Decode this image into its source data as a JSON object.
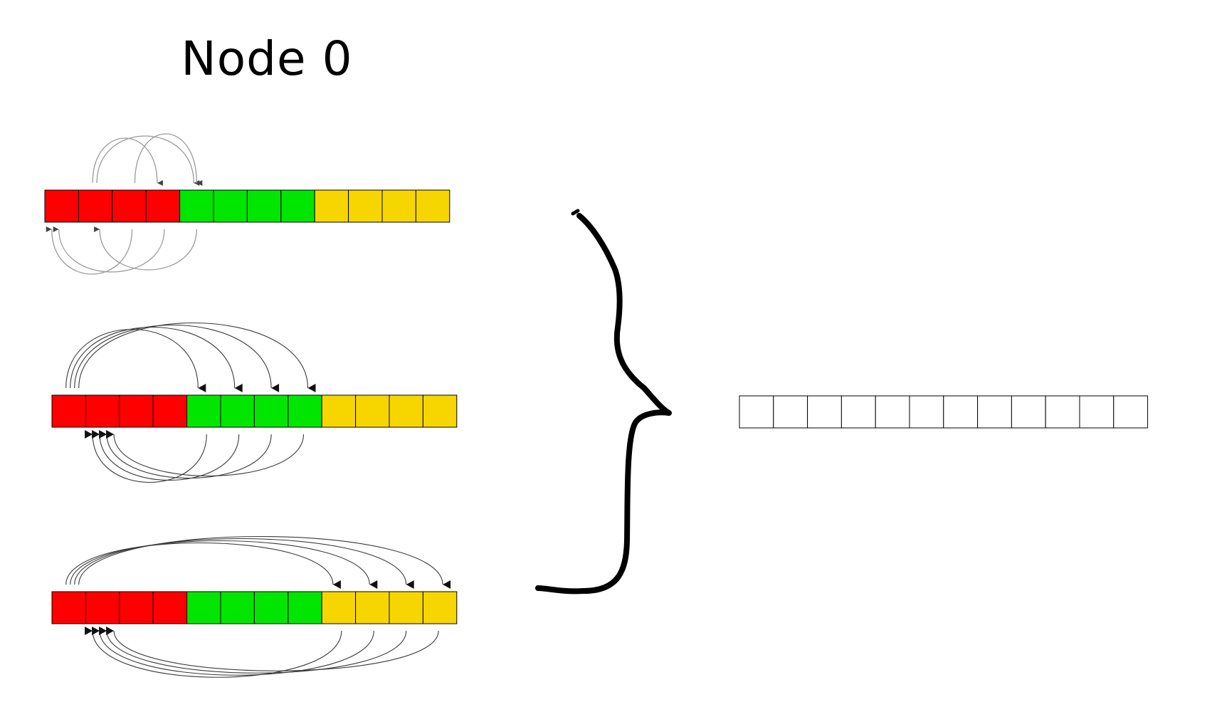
{
  "title": "Node 0",
  "colors": {
    "red": "#ff0000",
    "green": "#00e600",
    "yellow": "#f7d600",
    "empty": "#ffffff",
    "cell_border": "#000000",
    "arrow_light": "#9a9a9a",
    "arrow_dark": "#3a3a3a",
    "brace": "#000000"
  },
  "input_arrays": [
    {
      "cells": [
        "red",
        "red",
        "red",
        "red",
        "green",
        "green",
        "green",
        "green",
        "yellow",
        "yellow",
        "yellow",
        "yellow"
      ],
      "arrow_style": "light",
      "top_arcs": [
        [
          1,
          3
        ],
        [
          1,
          4
        ],
        [
          2,
          4
        ]
      ],
      "bottom_arcs": [
        [
          0,
          2
        ],
        [
          0,
          3
        ],
        [
          1,
          4
        ]
      ]
    },
    {
      "cells": [
        "red",
        "red",
        "red",
        "red",
        "green",
        "green",
        "green",
        "green",
        "yellow",
        "yellow",
        "yellow",
        "yellow"
      ],
      "arrow_style": "dark",
      "top_arcs": [
        [
          0,
          4
        ],
        [
          0,
          5
        ],
        [
          0,
          6
        ],
        [
          0,
          7
        ]
      ],
      "bottom_arcs": [
        [
          1,
          4
        ],
        [
          1,
          5
        ],
        [
          1,
          6
        ],
        [
          1,
          7
        ]
      ]
    },
    {
      "cells": [
        "red",
        "red",
        "red",
        "red",
        "green",
        "green",
        "green",
        "green",
        "yellow",
        "yellow",
        "yellow",
        "yellow"
      ],
      "arrow_style": "dark",
      "top_arcs": [
        [
          0,
          8
        ],
        [
          0,
          9
        ],
        [
          0,
          10
        ],
        [
          0,
          11
        ]
      ],
      "bottom_arcs": [
        [
          1,
          8
        ],
        [
          1,
          9
        ],
        [
          1,
          10
        ],
        [
          1,
          11
        ]
      ]
    }
  ],
  "output_array": {
    "cells": [
      "empty",
      "empty",
      "empty",
      "empty",
      "empty",
      "empty",
      "empty",
      "empty",
      "empty",
      "empty",
      "empty",
      "empty"
    ]
  },
  "brace": {
    "direction": "right-pointing"
  }
}
